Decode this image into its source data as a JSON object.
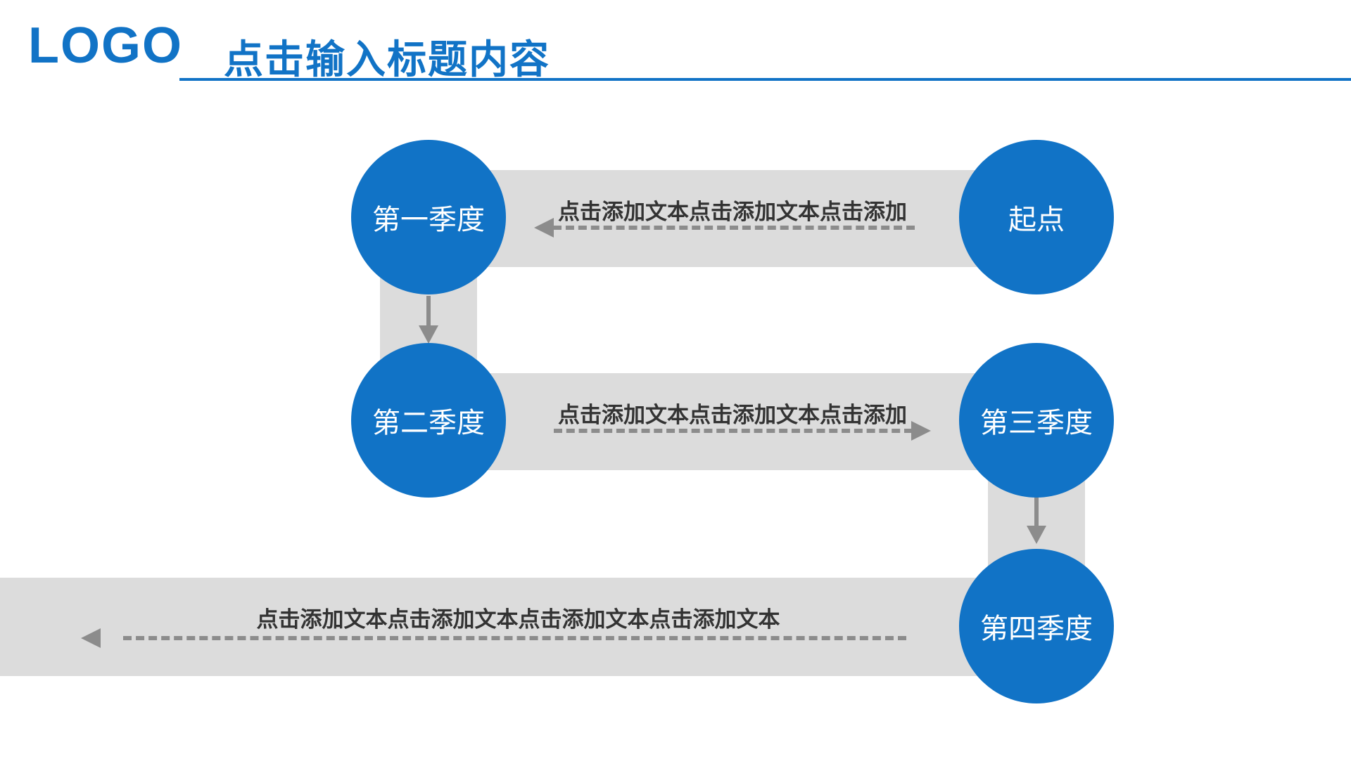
{
  "header": {
    "logo": "LOGO",
    "title": "点击输入标题内容"
  },
  "nodes": {
    "start": {
      "label": "起点"
    },
    "q1": {
      "label": "第一季度"
    },
    "q2": {
      "label": "第二季度"
    },
    "q3": {
      "label": "第三季度"
    },
    "q4": {
      "label": "第四季度"
    }
  },
  "connectors": {
    "start_to_q1": {
      "direction": "left",
      "label": "点击添加文本点击添加文本点击添加"
    },
    "q1_to_q2": {
      "direction": "down",
      "label": ""
    },
    "q2_to_q3": {
      "direction": "right",
      "label": "点击添加文本点击添加文本点击添加"
    },
    "q3_to_q4": {
      "direction": "down",
      "label": ""
    },
    "q4_to_exit": {
      "direction": "left",
      "label": "点击添加文本点击添加文本点击添加文本点击添加文本"
    }
  },
  "colors": {
    "primary_blue": "#1173c6",
    "band_gray": "#dcdcdc",
    "arrow_gray": "#8c8c8c",
    "label_text": "#333333",
    "node_text": "#ffffff"
  }
}
